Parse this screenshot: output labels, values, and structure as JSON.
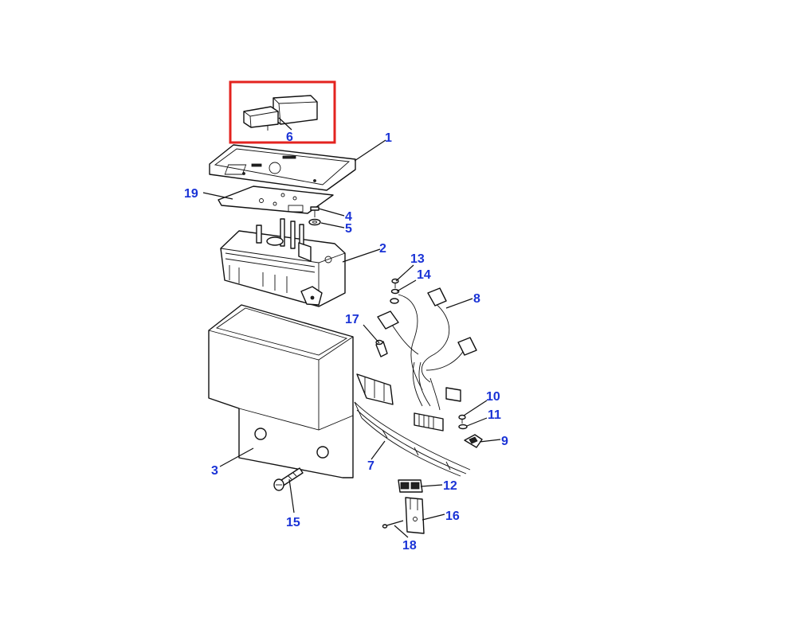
{
  "highlight_color": "#e3231f",
  "callout_color": "#1a33d6",
  "callouts": {
    "c1": "1",
    "c2": "2",
    "c3": "3",
    "c4": "4",
    "c5": "5",
    "c6": "6",
    "c7": "7",
    "c8": "8",
    "c9": "9",
    "c10": "10",
    "c11": "11",
    "c12": "12",
    "c13": "13",
    "c14": "14",
    "c15": "15",
    "c16": "16",
    "c17": "17",
    "c18": "18",
    "c19": "19"
  }
}
